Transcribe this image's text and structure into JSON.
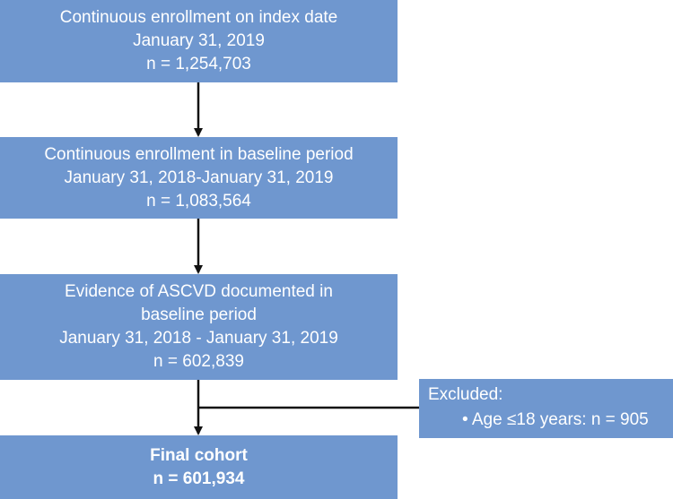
{
  "boxes": {
    "enrollment_index": {
      "lines": [
        "Continuous enrollment on index date",
        "January 31, 2019",
        "n = 1,254,703"
      ]
    },
    "enrollment_baseline": {
      "lines": [
        "Continuous enrollment in baseline period",
        "January 31, 2018-January 31, 2019",
        "n = 1,083,564"
      ]
    },
    "ascvd_evidence": {
      "lines": [
        "Evidence of ASCVD documented in",
        "baseline period",
        "January 31, 2018 - January 31, 2019",
        "n = 602,839"
      ]
    },
    "final_cohort": {
      "lines": [
        "Final cohort",
        "n = 601,934"
      ]
    }
  },
  "excluded": {
    "title": "Excluded:",
    "items": [
      "• Age ≤18 years: n = 905"
    ]
  },
  "colors": {
    "box_fill": "#6f97cf",
    "box_text": "#ffffff",
    "connector": "#111111"
  }
}
